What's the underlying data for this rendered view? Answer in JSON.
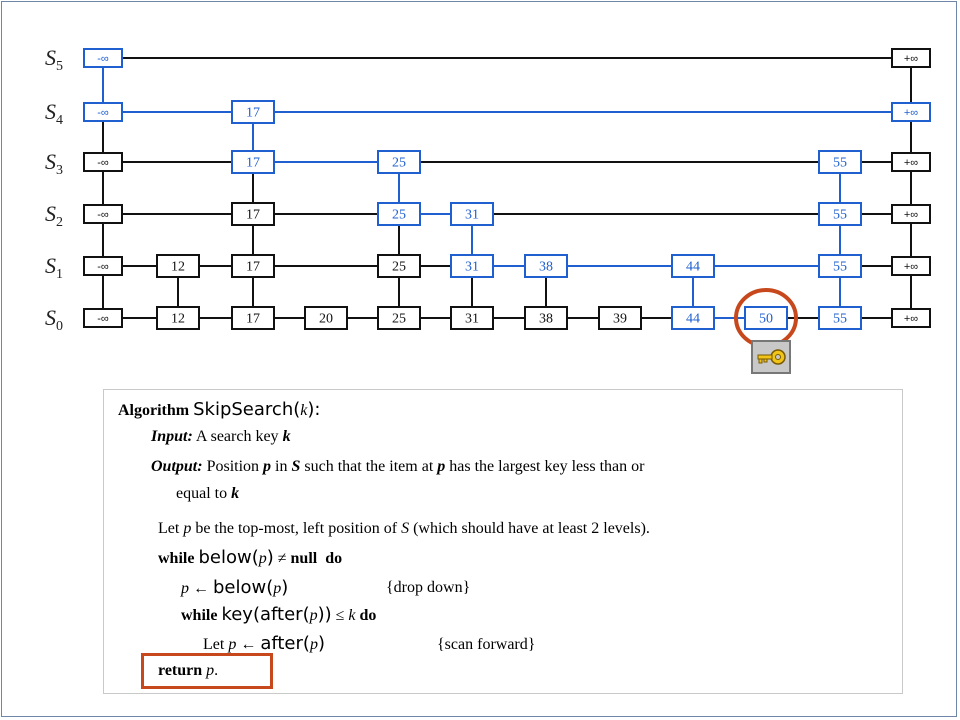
{
  "skiplist": {
    "levels": [
      "S5",
      "S4",
      "S3",
      "S2",
      "S1",
      "S0"
    ],
    "neg_inf": "-∞",
    "pos_inf": "+∞",
    "node_keys": [
      "12",
      "17",
      "20",
      "25",
      "31",
      "38",
      "39",
      "44",
      "50",
      "55"
    ],
    "search_path_color": "#1f5fd0",
    "normal_color": "#111111",
    "highlight_color": "#c6481c"
  },
  "key_icon": "key-icon",
  "algorithm": {
    "heading_kw": "Algorithm",
    "heading_name": "SkipSearch(",
    "heading_arg": "k",
    "heading_end": "):",
    "input_label": "Input:",
    "input_text": "A search key",
    "input_var": "k",
    "output_label": "Output:",
    "output_text_1": "Position",
    "output_var_p": "p",
    "output_text_2": "in",
    "output_var_S": "S",
    "output_text_3": "such that the item at",
    "output_var_p2": "p",
    "output_text_4": "has the largest key less than or",
    "output_line2": "equal to",
    "output_var_k": "k",
    "let_1": "Let",
    "let_p": "p",
    "let_2": "be the top-most, left position of",
    "let_S": "S",
    "let_3": "(which should have at least 2 levels).",
    "while_kw": "while",
    "below_fn": "below(",
    "below_p": "p",
    "below_close": ")",
    "neq": "≠",
    "null_kw": "null",
    "do_kw": "do",
    "assign_p": "p",
    "arrow": "←",
    "below_fn2": "below(",
    "below_p2": "p",
    "below_close2": ")",
    "comment_drop": "{drop down}",
    "while_kw2": "while",
    "key_fn": "key(after(",
    "key_p": "p",
    "key_close": "))",
    "leq": "≤",
    "leq_k": "k",
    "do_kw2": "do",
    "let_scan": "Let",
    "scan_p": "p",
    "scan_arrow": "←",
    "after_fn": "after(",
    "after_p": "p",
    "after_close": ")",
    "comment_scan": "{scan forward}",
    "return_kw": "return",
    "return_p": "p",
    "return_dot": "."
  }
}
